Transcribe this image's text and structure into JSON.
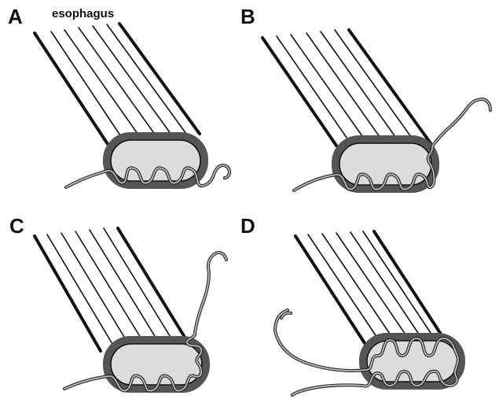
{
  "figure": {
    "panels": [
      {
        "letter": "A",
        "label": "esophagus"
      },
      {
        "letter": "B"
      },
      {
        "letter": "C"
      },
      {
        "letter": "D"
      }
    ]
  },
  "colors": {
    "outline": "#111111",
    "rim": "#555555",
    "lumen": "#dcdcdc",
    "suture_outline": "#222222",
    "suture_core": "#bdbdbd"
  }
}
